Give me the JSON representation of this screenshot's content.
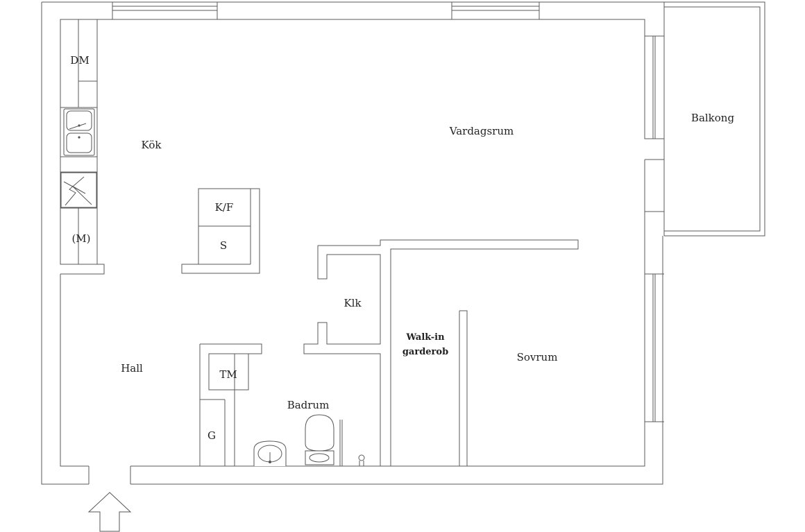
{
  "floorplan": {
    "rooms": {
      "kitchen": "Kök",
      "living_room": "Vardagsrum",
      "balcony": "Balkong",
      "hall": "Hall",
      "closet": "Klk",
      "walk_in_line1": "Walk-in",
      "walk_in_line2": "garderob",
      "bedroom": "Sovrum",
      "bathroom": "Badrum"
    },
    "fixtures": {
      "dishwasher": "DM",
      "fridge_freezer": "K/F",
      "cabinet": "S",
      "microwave": "(M)",
      "washing_machine": "TM",
      "wardrobe": "G"
    }
  }
}
